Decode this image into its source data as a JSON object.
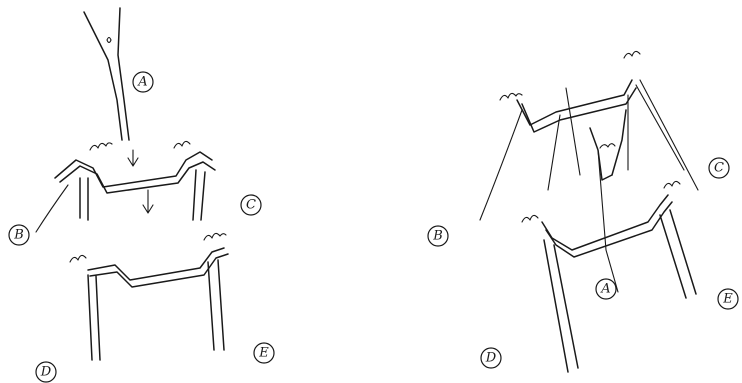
{
  "figures": [
    {
      "labels": {
        "a": "A",
        "b": "B",
        "c": "C",
        "d": "D",
        "e": "E"
      }
    },
    {
      "labels": {
        "a": "A",
        "b": "B",
        "c": "C",
        "d": "D",
        "e": "E"
      }
    }
  ]
}
